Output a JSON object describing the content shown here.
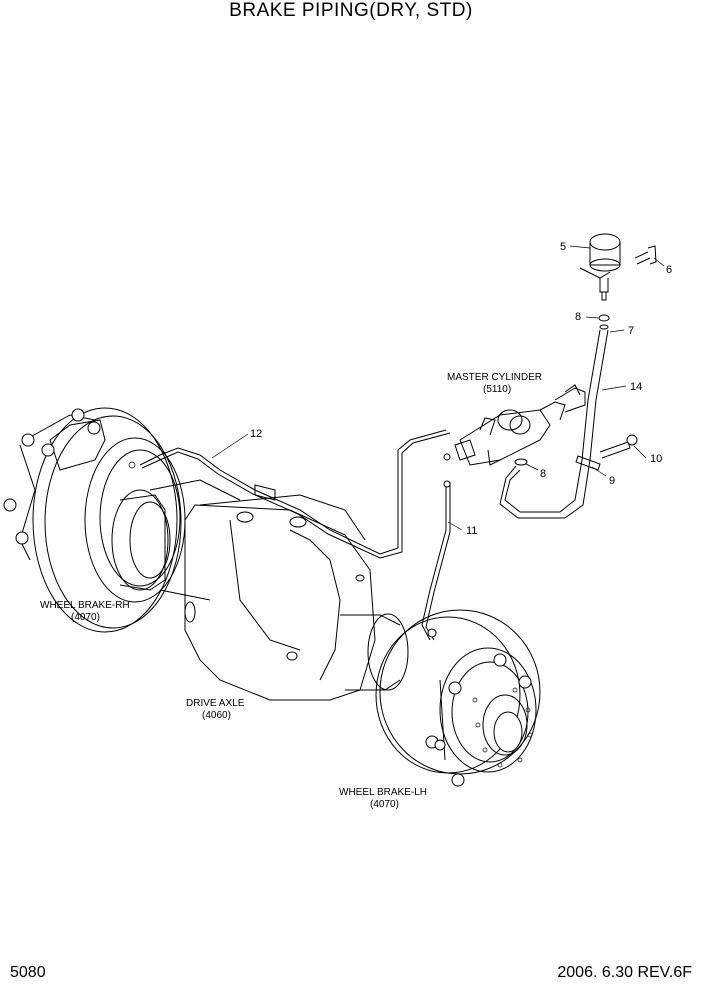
{
  "title": "BRAKE PIPING(DRY, STD)",
  "page_number": "5080",
  "revision": "2006. 6.30 REV.6F",
  "labels": {
    "master_cylinder": "MASTER CYLINDER",
    "master_cylinder_code": "(5110)",
    "wheel_brake_rh": "WHEEL BRAKE-RH",
    "wheel_brake_rh_code": "(4070)",
    "drive_axle": "DRIVE AXLE",
    "drive_axle_code": "(4060)",
    "wheel_brake_lh": "WHEEL BRAKE-LH",
    "wheel_brake_lh_code": "(4070)"
  },
  "callouts": {
    "c5": "5",
    "c6": "6",
    "c7": "7",
    "c8a": "8",
    "c8b": "8",
    "c9": "9",
    "c10": "10",
    "c11": "11",
    "c12": "12",
    "c14": "14"
  }
}
